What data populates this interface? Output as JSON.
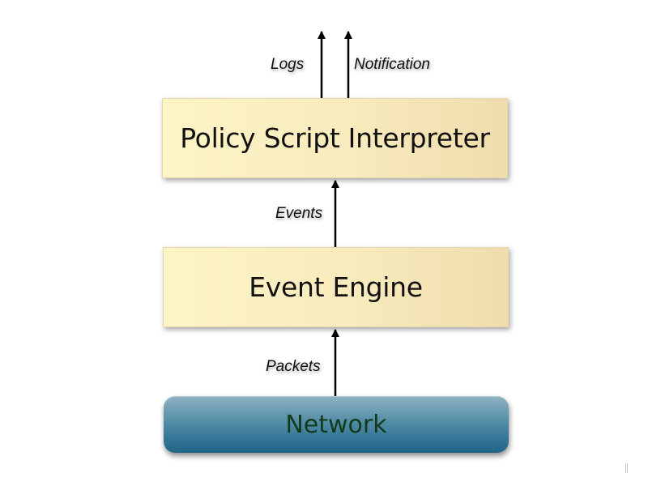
{
  "diagram": {
    "nodes": {
      "policy_interpreter": "Policy Script Interpreter",
      "event_engine": "Event Engine",
      "network": "Network"
    },
    "edges": [
      {
        "from": "network",
        "to": "event_engine",
        "label": "Packets"
      },
      {
        "from": "event_engine",
        "to": "policy_interpreter",
        "label": "Events"
      },
      {
        "from": "policy_interpreter",
        "to": "output",
        "label": "Logs"
      },
      {
        "from": "policy_interpreter",
        "to": "output",
        "label": "Notification"
      }
    ]
  },
  "colors": {
    "box_fill_light": "#fdf5c6",
    "box_fill_dark": "#f0dcac",
    "network_fill_top": "#8fb3c3",
    "network_fill_bottom": "#1f6488",
    "network_text": "#123a1c",
    "arrow": "#000000"
  }
}
